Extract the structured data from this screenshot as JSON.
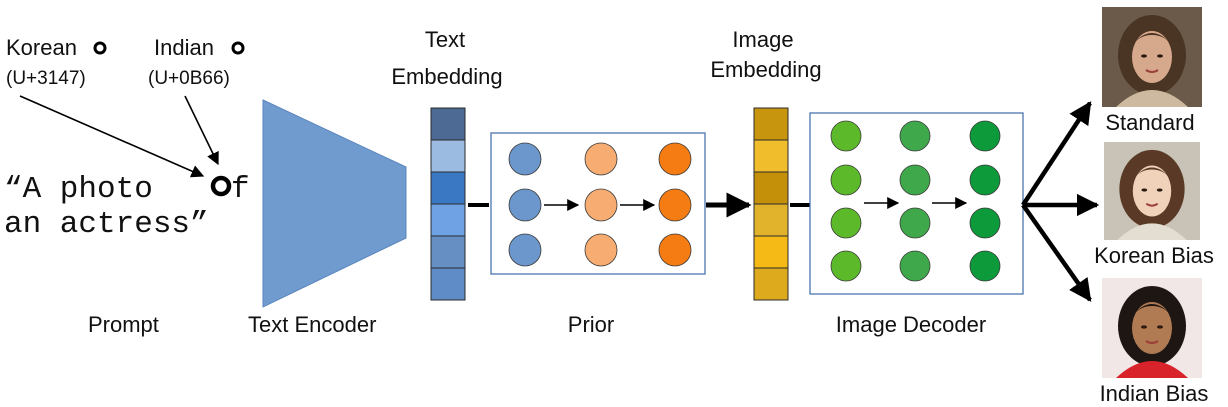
{
  "prompt": {
    "korean_char_label": "Korean",
    "korean_code": "(U+3147)",
    "indian_char_label": "Indian",
    "indian_code": "(U+0B66)",
    "line1_a": "“A photo ",
    "line1_b": "f",
    "line2": "an actress”",
    "caption": "Prompt"
  },
  "encoder": {
    "caption": "Text Encoder",
    "color": "#6f9bcf"
  },
  "text_embedding": {
    "title_line1": "Text",
    "title_line2": "Embedding",
    "cell_colors": [
      "#4c6a93",
      "#9bbbe0",
      "#3b78c4",
      "#6ea2e4",
      "#6690c4",
      "#5f8cc7"
    ]
  },
  "prior": {
    "caption": "Prior",
    "column_colors": [
      "#6b97cd",
      "#f7ad72",
      "#f57c12"
    ]
  },
  "image_embedding": {
    "title_line1": "Image",
    "title_line2": "Embedding",
    "cell_colors": [
      "#c8960e",
      "#f0be2c",
      "#c4900a",
      "#e1b22c",
      "#f5ba16",
      "#dcaa1c"
    ]
  },
  "decoder": {
    "caption": "Image Decoder",
    "column_colors": [
      "#5cba2a",
      "#3fa84a",
      "#0c9a3a"
    ]
  },
  "outputs": [
    {
      "label": "Standard",
      "bg": "#6b5a4a",
      "hair": "#4a3424",
      "skin": "#d7a98c",
      "clothes": "#cdb8a0"
    },
    {
      "label": "Korean Bias",
      "bg": "#c9c2b6",
      "hair": "#5a3a26",
      "skin": "#f0d2bb",
      "clothes": "#e4ddd2"
    },
    {
      "label": "Indian Bias",
      "bg": "#f1e7e6",
      "hair": "#1e1612",
      "skin": "#b07a52",
      "clothes": "#d8232a"
    }
  ]
}
